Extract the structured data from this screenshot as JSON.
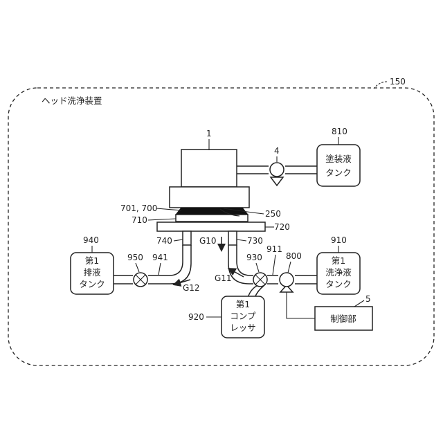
{
  "frame": {
    "ref": "150",
    "title": "ヘッド洗浄装置"
  },
  "head": {
    "ref": "1"
  },
  "pump_top": {
    "ref": "4"
  },
  "tank_coating": {
    "ref": "810",
    "line1": "塗装液",
    "line2": "タンク"
  },
  "parts": {
    "nozzle_ref": "701, 700",
    "cap_ref": "710",
    "wire_ref": "250",
    "plate_ref": "720",
    "left_port_ref": "740",
    "right_port_ref": "730",
    "g10": "G10"
  },
  "tank_drain": {
    "ref": "940",
    "line1": "第1",
    "line2": "排液",
    "line3": "タンク"
  },
  "valve_left": {
    "ref": "950"
  },
  "pipe_left": {
    "ref": "941"
  },
  "flow_g12": "G12",
  "pipe_right": {
    "ref": "911"
  },
  "valve_right": {
    "ref": "930"
  },
  "flow_g11": "G11",
  "pump_right": {
    "ref": "800"
  },
  "tank_cleaning": {
    "ref": "910",
    "line1": "第1",
    "line2": "洗浄液",
    "line3": "タンク"
  },
  "compressor": {
    "ref": "920",
    "line1": "第1",
    "line2": "コンプ",
    "line3": "レッサ"
  },
  "controller": {
    "ref": "5",
    "label": "制御部"
  }
}
